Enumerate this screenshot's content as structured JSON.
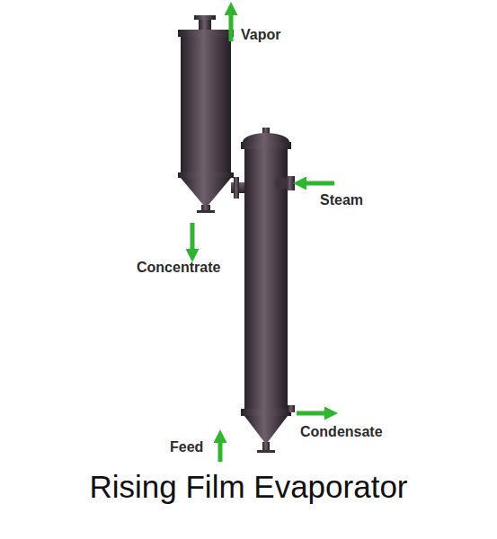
{
  "diagram": {
    "title": "Rising Film Evaporator",
    "labels": [
      "Vapor",
      "Steam",
      "Concentrate",
      "Condensate",
      "Feed"
    ]
  }
}
